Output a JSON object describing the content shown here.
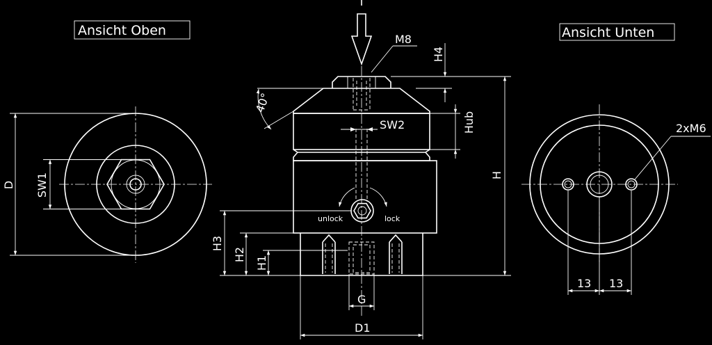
{
  "views": {
    "top_title": "Ansicht Oben",
    "bottom_title": "Ansicht Unten"
  },
  "labels": {
    "d": "D",
    "sw1": "SW1",
    "m8": "M8",
    "h4": "H4",
    "angle": "40°",
    "sw2": "SW2",
    "hub": "Hub",
    "h": "H",
    "h3": "H3",
    "h2": "H2",
    "h1": "H1",
    "g": "G",
    "d1": "D1",
    "unlock": "unlock",
    "lock": "lock",
    "thread_2xm6": "2xM6",
    "dim_13_left": "13",
    "dim_13_right": "13"
  }
}
